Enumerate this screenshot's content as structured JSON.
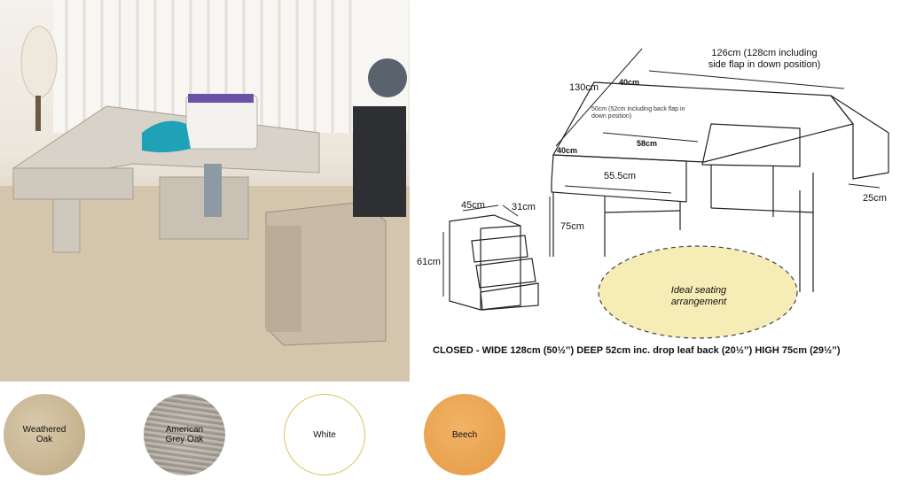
{
  "diagram": {
    "dimensions": {
      "width_126": "126cm (128cm including side flap in down position)",
      "depth_130": "130cm",
      "depth_40_top": "40cm",
      "back_flap_50": "50cm (52cm including back flap in down position)",
      "inner_58": "58cm",
      "side_40": "40cm",
      "leaf_55_5": "55.5cm",
      "flap_25": "25cm",
      "height_75": "75cm",
      "drawer_45": "45cm",
      "drawer_31": "31cm",
      "drawer_61": "61cm"
    },
    "seating_label": "Ideal seating arrangement",
    "caption": "CLOSED - WIDE 128cm (50½’’) DEEP 52cm inc. drop leaf back (20½’’) HIGH 75cm  (29½’’)"
  },
  "finishes": [
    {
      "name": "Weathered Oak",
      "color": "#c9b894"
    },
    {
      "name": "American Grey Oak",
      "color": "#a39c91"
    },
    {
      "name": "White",
      "color": "#ffffff"
    },
    {
      "name": "Beech",
      "color": "#e9a24f"
    }
  ]
}
